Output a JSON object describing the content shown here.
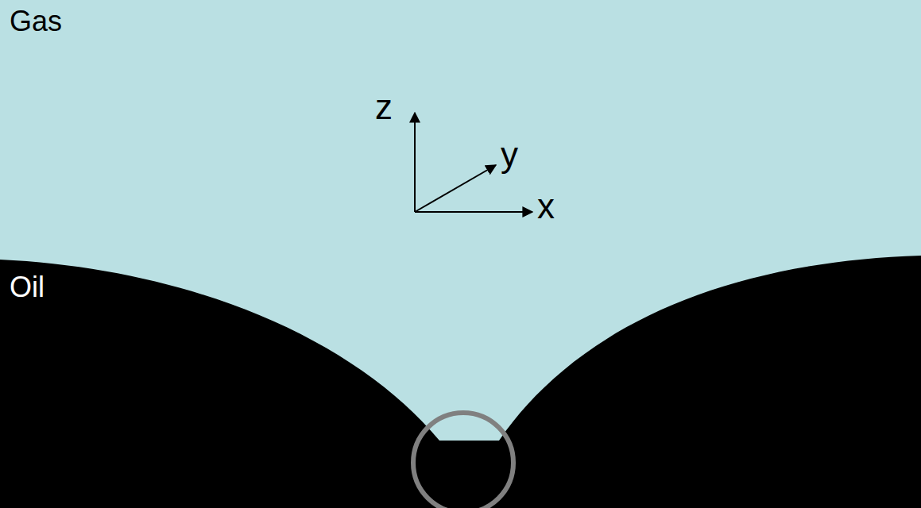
{
  "diagram": {
    "labels": [
      "Gas",
      "z",
      "y",
      "x",
      "Oil"
    ]
  }
}
